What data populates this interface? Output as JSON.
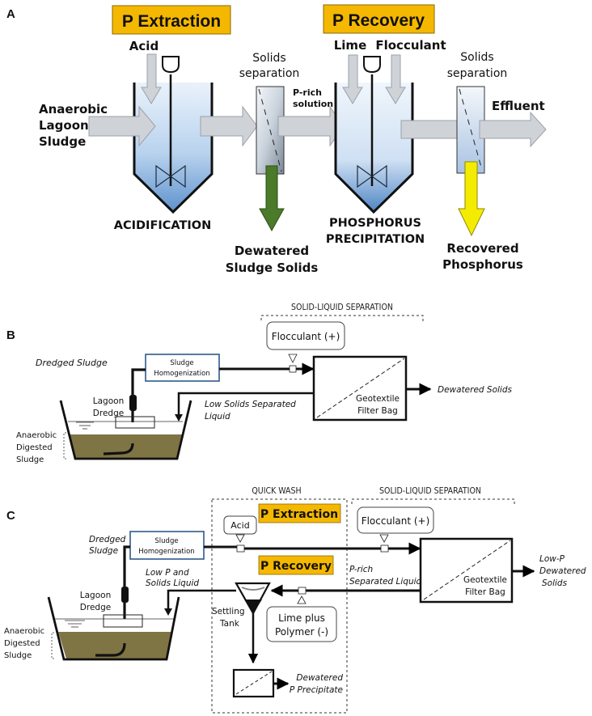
{
  "panels": {
    "A": {
      "letter": "A",
      "headers": {
        "extraction": "P Extraction",
        "recovery": "P Recovery"
      },
      "inputs": {
        "acid": "Acid",
        "lime": "Lime",
        "flocculant": "Flocculant",
        "influent": [
          "Anaerobic",
          "Lagoon",
          "Sludge"
        ]
      },
      "separation1": [
        "Solids",
        "separation"
      ],
      "separation2": [
        "Solids",
        "separation"
      ],
      "p_rich": [
        "P-rich",
        "solution"
      ],
      "effluent": "Effluent",
      "tank1_label": "ACIDIFICATION",
      "tank2_label": [
        "PHOSPHORUS",
        "PRECIPITATION"
      ],
      "output1": [
        "Dewatered",
        "Sludge Solids"
      ],
      "output2": [
        "Recovered",
        "Phosphorus"
      ],
      "colors": {
        "header_bg": "#f5b800",
        "output1_arrow": "#4a7a2a",
        "output2_arrow": "#f4ec00",
        "flow_arrow": "#cfd3d8",
        "tank_fill_top": "#e3eef9",
        "tank_fill_bottom": "#6f9fd3"
      }
    },
    "B": {
      "letter": "B",
      "section": "SOLID-LIQUID SEPARATION",
      "dredged_sludge": "Dredged Sludge",
      "homogenization": [
        "Sludge",
        "Homogenization"
      ],
      "flocculant": "Flocculant (+)",
      "lagoon_dredge": [
        "Lagoon",
        "Dredge"
      ],
      "return_liquid": [
        "Low Solids Separated",
        "Liquid"
      ],
      "filter_bag": [
        "Geotextile",
        "Filter Bag"
      ],
      "output": "Dewatered Solids",
      "sludge_label": [
        "Anaerobic",
        "Digested",
        "Sludge"
      ],
      "colors": {
        "sludge": "#7f7444",
        "box_border": "#2f5a8a"
      }
    },
    "C": {
      "letter": "C",
      "section_wash": "QUICK WASH",
      "section_sep": "SOLID-LIQUID SEPARATION",
      "header_extraction": "P Extraction",
      "header_recovery": "P Recovery",
      "acid": "Acid",
      "flocculant": "Flocculant (+)",
      "dredged_sludge": [
        "Dredged",
        "Sludge"
      ],
      "homogenization": [
        "Sludge",
        "Homogenization"
      ],
      "return_liquid": [
        "Low P and",
        "Solids Liquid"
      ],
      "p_rich": [
        "P-rich",
        "Separated Liquid"
      ],
      "lagoon_dredge": [
        "Lagoon",
        "Dredge"
      ],
      "settling_tank": [
        "Settling",
        "Tank"
      ],
      "lime_polymer": [
        "Lime plus",
        "Polymer (-)"
      ],
      "filter_bag": [
        "Geotextile",
        "Filter Bag"
      ],
      "output": [
        "Low-P",
        "Dewatered",
        "Solids"
      ],
      "precipitate": [
        "Dewatered",
        "P Precipitate"
      ],
      "sludge_label": [
        "Anaerobic",
        "Digested",
        "Sludge"
      ]
    }
  }
}
